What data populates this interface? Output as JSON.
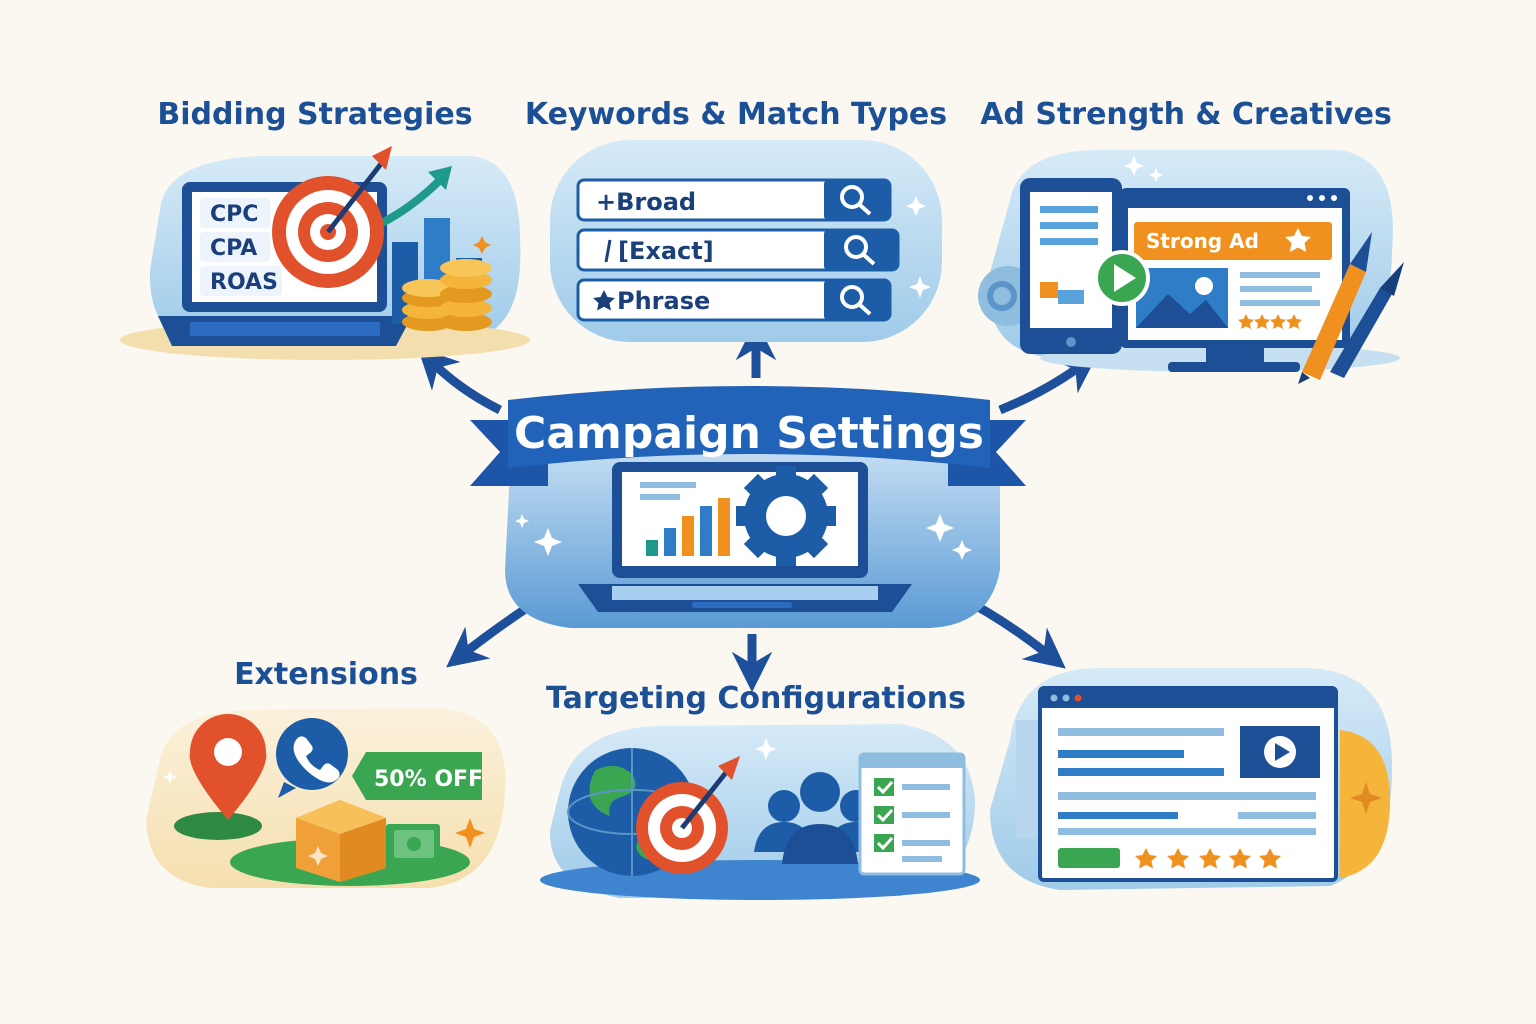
{
  "title": "Campaign Settings",
  "panels": {
    "bidding": {
      "title": "Bidding Strategies",
      "items": [
        "CPC",
        "CPA",
        "ROAS"
      ]
    },
    "keywords": {
      "title": "Keywords & Match Types",
      "items": [
        "+Broad",
        "[Exact]",
        "Phrase"
      ]
    },
    "ad_strength": {
      "title": "Ad Strength & Creatives",
      "badge": "Strong Ad"
    },
    "extensions": {
      "title": "Extensions",
      "offer": "50% OFF"
    },
    "targeting": {
      "title": "Targeting Configurations"
    }
  },
  "colors": {
    "primary": "#1c56a8",
    "dark_blue": "#173f7c",
    "orange": "#f0901e",
    "red": "#e0512c",
    "green": "#3aa651",
    "bg": "#fbf8f1"
  },
  "icons": [
    "target-icon",
    "arrow-icon",
    "search-icon",
    "play-icon",
    "star-icon",
    "gear-icon",
    "map-pin-icon",
    "phone-icon",
    "globe-icon",
    "people-icon",
    "checklist-icon",
    "pencil-icon",
    "brush-icon",
    "sparkle-icon"
  ]
}
